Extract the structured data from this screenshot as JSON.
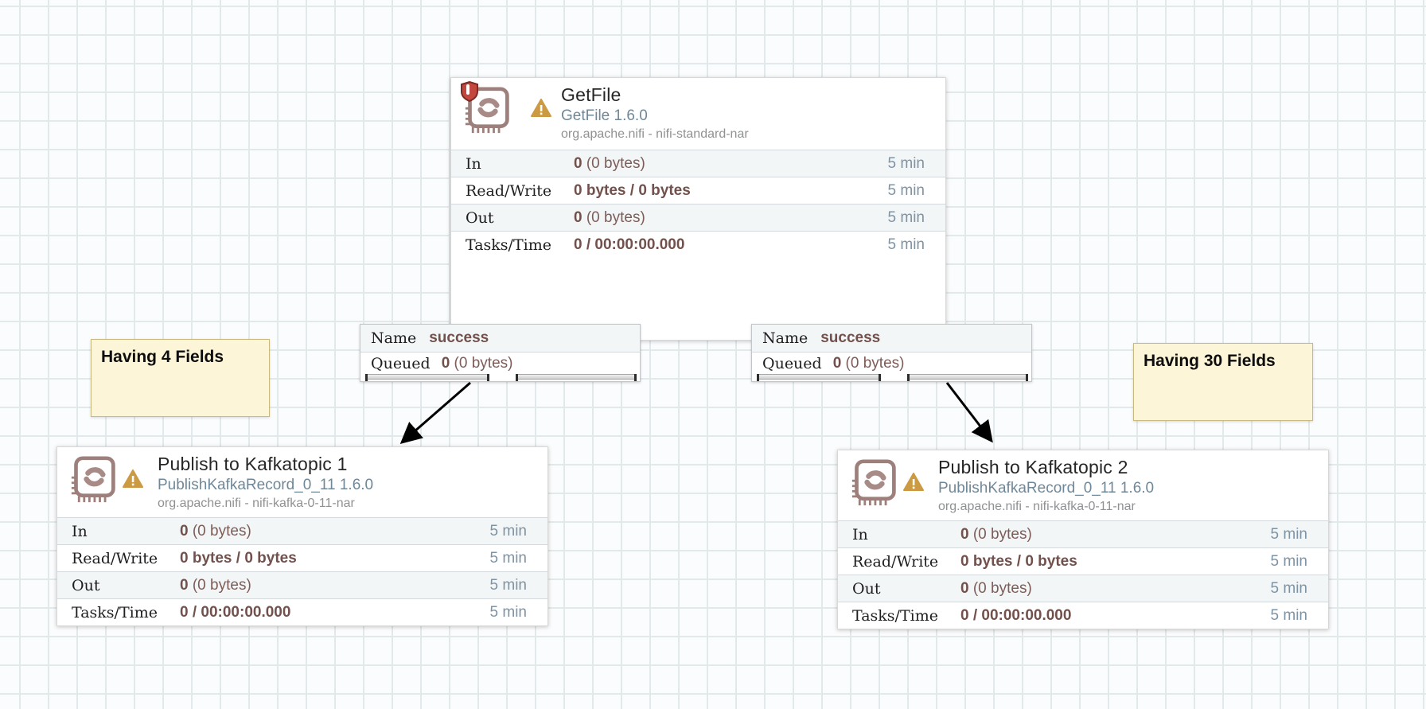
{
  "canvas": {
    "background": "#fbfcfd",
    "grid_line_color": "#e2e9ea"
  },
  "colors": {
    "stat_value_maroon": "#72504c",
    "window_blue_gray": "#7e93a4",
    "type_blue_gray": "#6f8899",
    "warning_amber": "#cb9a42",
    "restricted_shield_red": "#b9463e",
    "processor_icon_mauve": "#9d807c",
    "note_yellow": "#fcf5d7"
  },
  "icons": {
    "processor": "stamp-refresh-icon",
    "restricted": "shield-icon",
    "warning": "warning-triangle-icon"
  },
  "processors": [
    {
      "title": "GetFile",
      "type": "GetFile 1.6.0",
      "bundle": "org.apache.nifi - nifi-standard-nar",
      "restricted": true,
      "rows": [
        {
          "label": "In",
          "bold": "0",
          "rest": " (0 bytes)",
          "window": "5 min"
        },
        {
          "label": "Read/Write",
          "bold": "0 bytes / 0 bytes",
          "rest": "",
          "window": "5 min"
        },
        {
          "label": "Out",
          "bold": "0",
          "rest": " (0 bytes)",
          "window": "5 min"
        },
        {
          "label": "Tasks/Time",
          "bold": "0 / 00:00:00.000",
          "rest": "",
          "window": "5 min"
        }
      ]
    },
    {
      "title": "Publish to Kafkatopic 1",
      "type": "PublishKafkaRecord_0_11 1.6.0",
      "bundle": "org.apache.nifi - nifi-kafka-0-11-nar",
      "restricted": false,
      "rows": [
        {
          "label": "In",
          "bold": "0",
          "rest": " (0 bytes)",
          "window": "5 min"
        },
        {
          "label": "Read/Write",
          "bold": "0 bytes / 0 bytes",
          "rest": "",
          "window": "5 min"
        },
        {
          "label": "Out",
          "bold": "0",
          "rest": " (0 bytes)",
          "window": "5 min"
        },
        {
          "label": "Tasks/Time",
          "bold": "0 / 00:00:00.000",
          "rest": "",
          "window": "5 min"
        }
      ]
    },
    {
      "title": "Publish to Kafkatopic 2",
      "type": "PublishKafkaRecord_0_11 1.6.0",
      "bundle": "org.apache.nifi - nifi-kafka-0-11-nar",
      "restricted": false,
      "rows": [
        {
          "label": "In",
          "bold": "0",
          "rest": " (0 bytes)",
          "window": "5 min"
        },
        {
          "label": "Read/Write",
          "bold": "0 bytes / 0 bytes",
          "rest": "",
          "window": "5 min"
        },
        {
          "label": "Out",
          "bold": "0",
          "rest": " (0 bytes)",
          "window": "5 min"
        },
        {
          "label": "Tasks/Time",
          "bold": "0 / 00:00:00.000",
          "rest": "",
          "window": "5 min"
        }
      ]
    }
  ],
  "connections": [
    {
      "name_label": "Name",
      "name_value": "success",
      "queued_label": "Queued",
      "queued_bold": "0",
      "queued_rest": " (0 bytes)"
    },
    {
      "name_label": "Name",
      "name_value": "success",
      "queued_label": "Queued",
      "queued_bold": "0",
      "queued_rest": " (0 bytes)"
    }
  ],
  "notes": [
    {
      "text": "Having 4 Fields"
    },
    {
      "text": "Having 30 Fields"
    }
  ]
}
